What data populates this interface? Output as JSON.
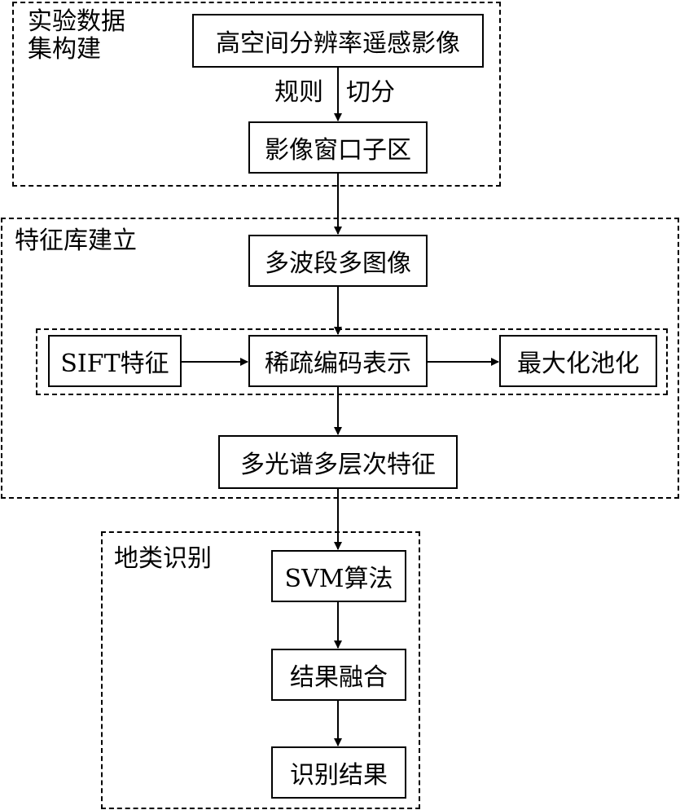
{
  "groups": {
    "dataset": {
      "label": "实验数据\n集构建"
    },
    "feature_lib": {
      "label": "特征库建立"
    },
    "recognition": {
      "label": "地类识别"
    }
  },
  "nodes": {
    "hr_image": "高空间分辨率遥感影像",
    "window": "影像窗口子区",
    "multiband": "多波段多图像",
    "sift": "SIFT特征",
    "sparse": "稀疏编码表示",
    "maxpool": "最大化池化",
    "multispectral": "多光谱多层次特征",
    "svm": "SVM算法",
    "fusion": "结果融合",
    "result": "识别结果"
  },
  "edge_labels": {
    "left": "规则",
    "right": "切分"
  }
}
